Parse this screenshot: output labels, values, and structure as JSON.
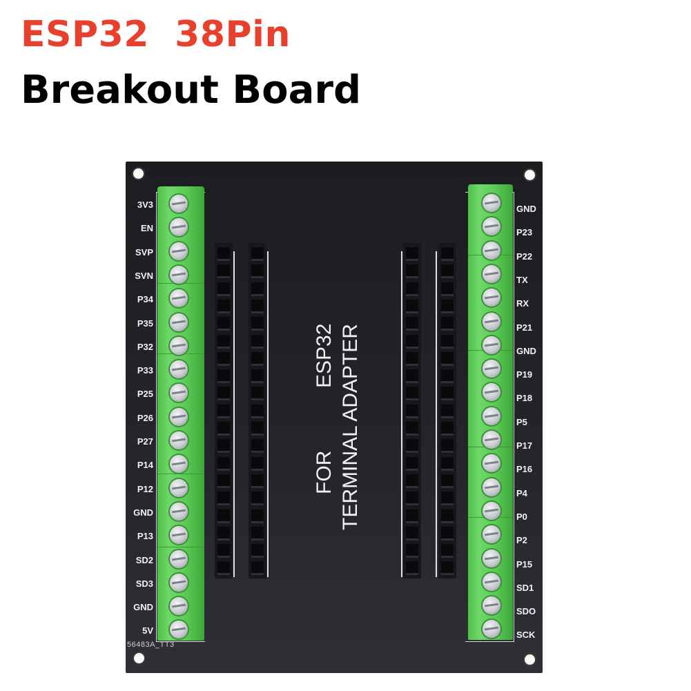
{
  "header": {
    "title_line1": "ESP32  38Pin",
    "title_line2": "Breakout Board",
    "title_line1_color": "#e8402c",
    "title_line2_color": "#000000"
  },
  "board": {
    "silkscreen_line1": "ESP32",
    "silkscreen_line2_a": "FOR",
    "silkscreen_line2_b": "TERMINAL ADAPTER",
    "board_code": "56483A_TT3",
    "pcb_color": "#1f2024",
    "terminal_color": "#5acb55",
    "left_pins": [
      "3V3",
      "EN",
      "SVP",
      "SVN",
      "P34",
      "P35",
      "P32",
      "P33",
      "P25",
      "P26",
      "P27",
      "P14",
      "P12",
      "GND",
      "P13",
      "SD2",
      "SD3",
      "GND",
      "5V"
    ],
    "right_pins": [
      "GND",
      "P23",
      "P22",
      "TX",
      "RX",
      "P21",
      "GND",
      "P19",
      "P18",
      "P5",
      "P17",
      "P16",
      "P4",
      "P0",
      "P2",
      "P15",
      "SD1",
      "SDO",
      "SCK"
    ],
    "header_sockets_per_row": 19,
    "mounting_holes": 4
  }
}
